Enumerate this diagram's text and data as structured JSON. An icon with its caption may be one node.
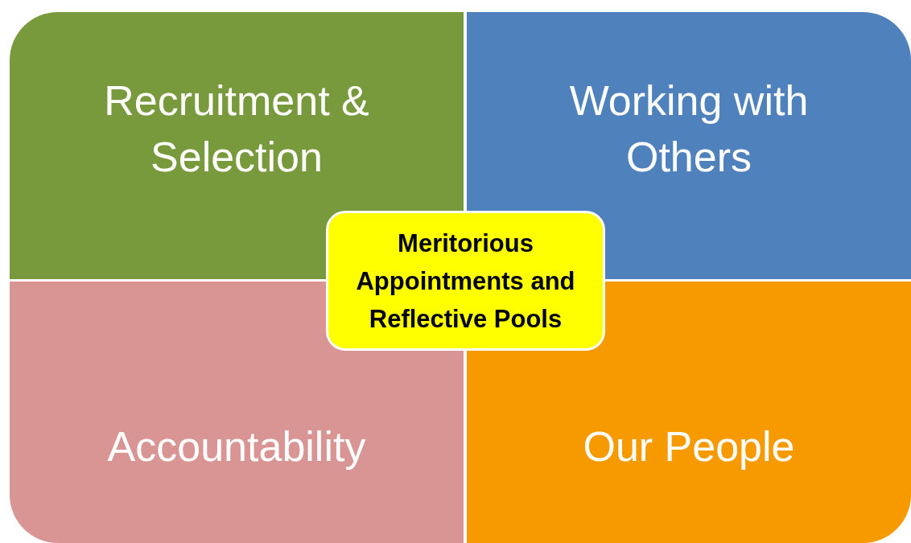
{
  "diagram": {
    "nodes": [
      {
        "text": [
          "Recruitment & Selection"
        ]
      },
      {
        "text": [
          "Working with Others"
        ]
      },
      {
        "text": [
          "Meritorious Appointments and Reflective Pools"
        ]
      },
      {
        "text": [
          "Accountability"
        ]
      },
      {
        "text": [
          "Our People"
        ]
      }
    ]
  }
}
